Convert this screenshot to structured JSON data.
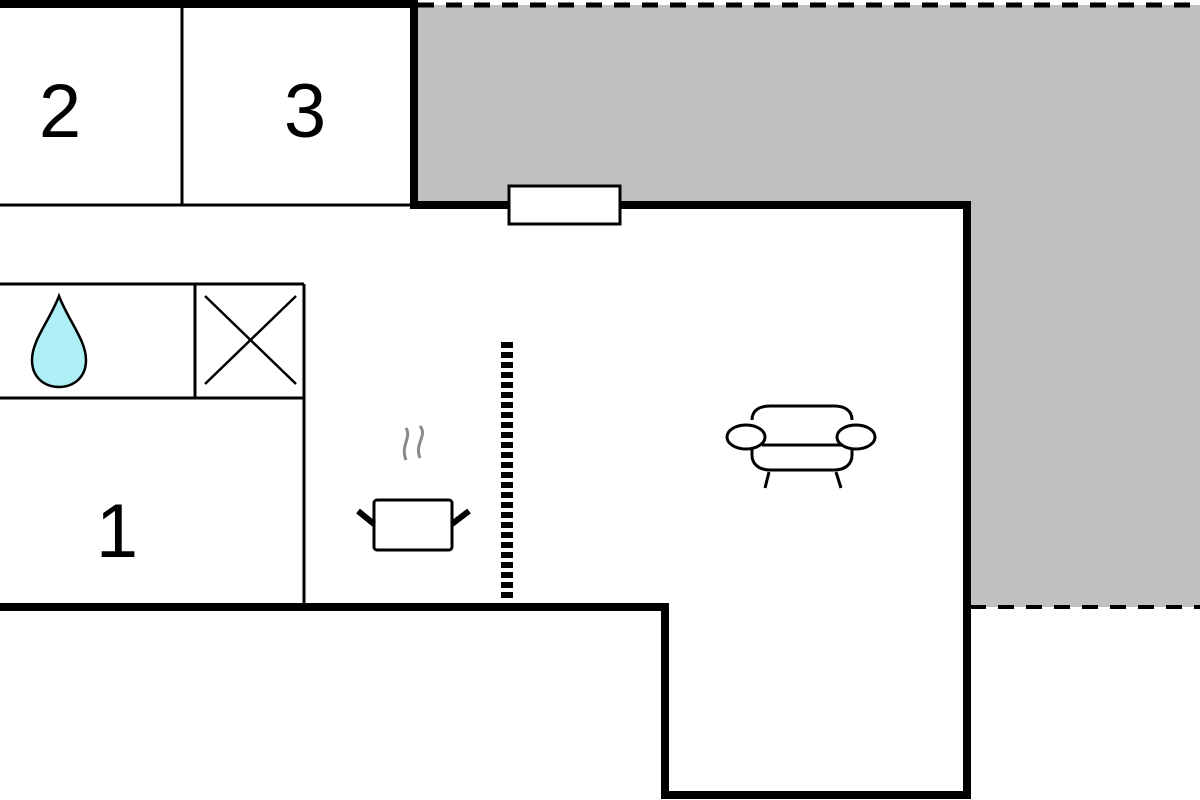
{
  "rooms": {
    "room_1": "1",
    "room_2": "2",
    "room_3": "3"
  },
  "colors": {
    "outdoor_area": "#c0c0c0",
    "water_drop": "#aeeef5",
    "walls": "#000000",
    "steam": "#8a8a8a"
  },
  "icons": [
    "water-drop-icon",
    "cross-box-icon",
    "cooking-pot-icon",
    "armchair-icon",
    "window-icon"
  ]
}
